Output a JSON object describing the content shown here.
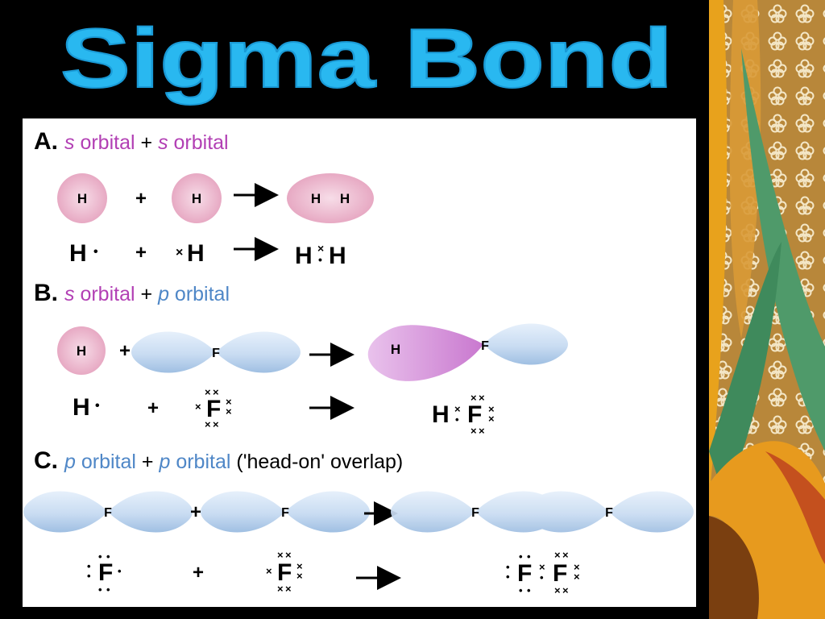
{
  "title": "Sigma Bond",
  "sections": [
    {
      "letter": "A.",
      "orb1_sym": "s",
      "orb1_word": "orbital",
      "plus": "+",
      "orb2_sym": "s",
      "orb2_word": "orbital",
      "note": ""
    },
    {
      "letter": "B.",
      "orb1_sym": "s",
      "orb1_word": "orbital",
      "plus": "+",
      "orb2_sym": "p",
      "orb2_word": "orbital",
      "note": ""
    },
    {
      "letter": "C.",
      "orb1_sym": "p",
      "orb1_word": "orbital",
      "plus": "+",
      "orb2_sym": "p",
      "orb2_word": "orbital",
      "note": "('head-on' overlap)"
    }
  ],
  "atoms": {
    "h": "H",
    "f": "F"
  },
  "symbols": {
    "plus": "+",
    "dot": "•",
    "cross": "×",
    "dots_vertical": "⁚",
    "cross_vertical": "⨯"
  },
  "colors": {
    "title": "#29b8f0",
    "s_orbital": "#b23fb4",
    "p_orbital": "#4f87c7",
    "s_fill": "#efc0d4",
    "p_fill": "#c7dcf2",
    "mixed_fill": "#e4b8e8"
  }
}
